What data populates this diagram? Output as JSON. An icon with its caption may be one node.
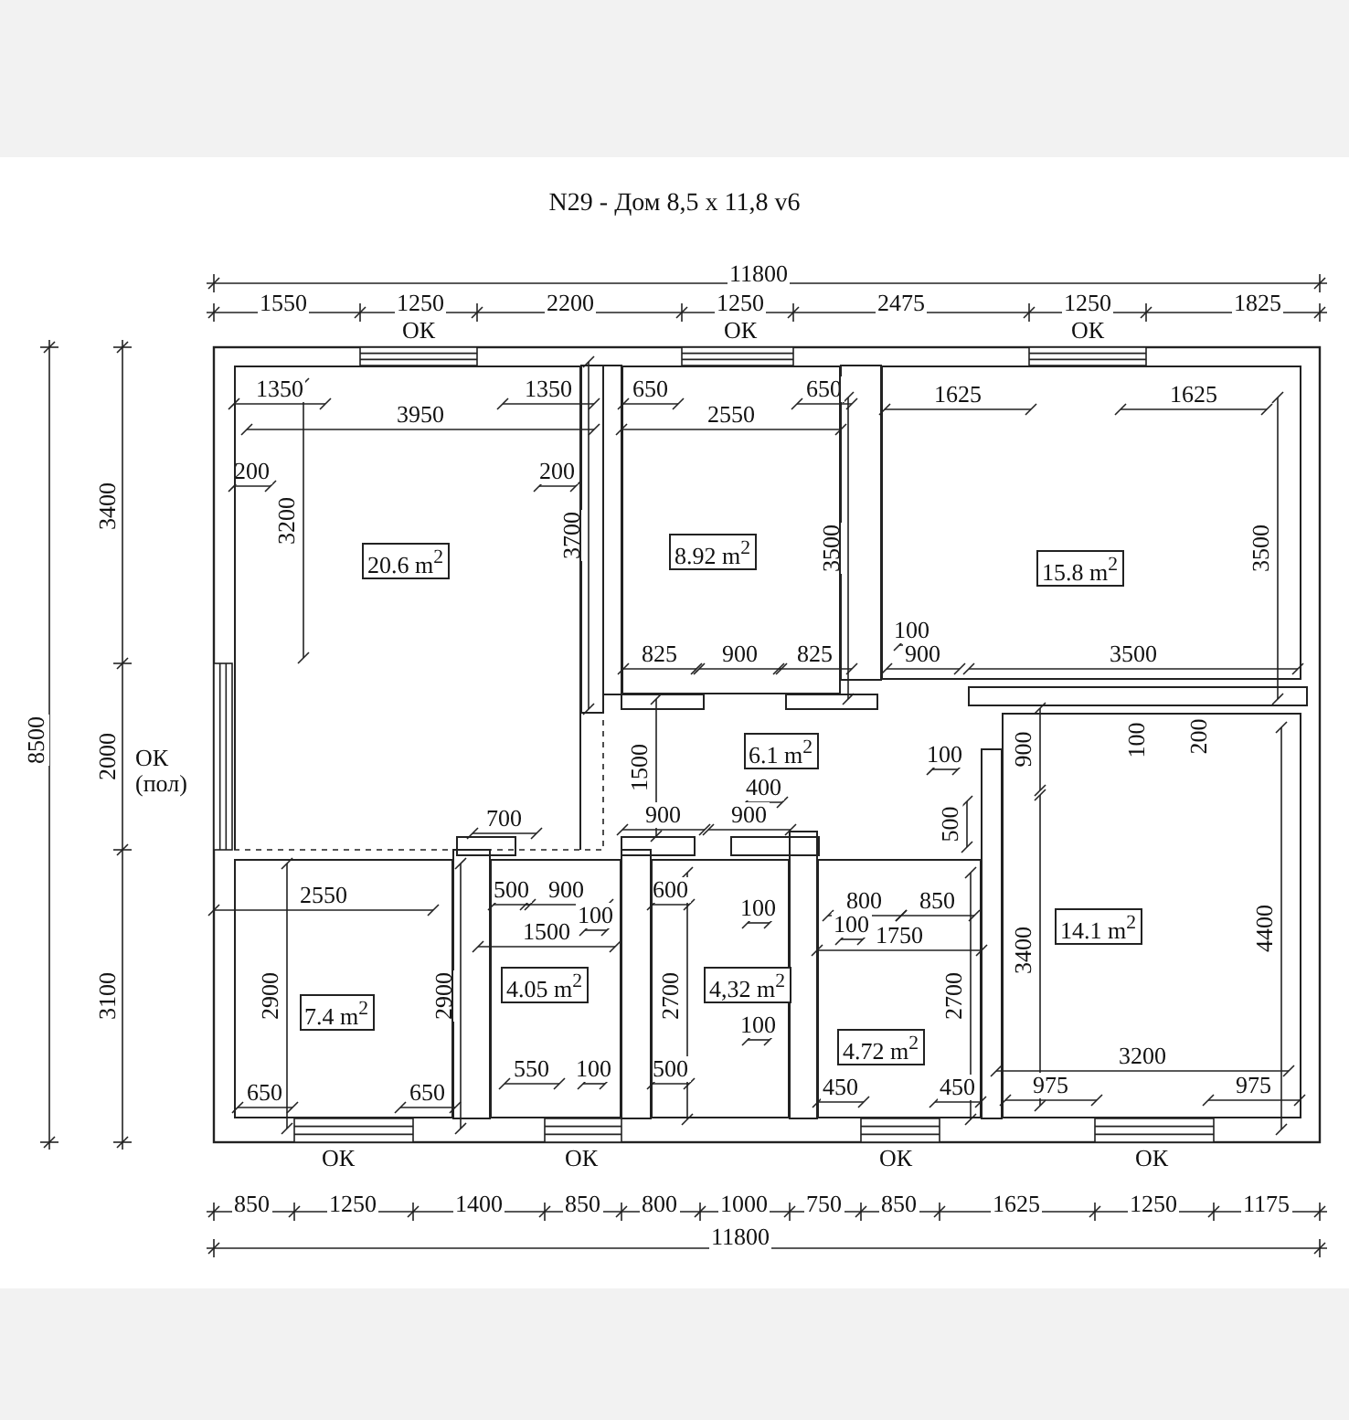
{
  "diagram": {
    "title": "N29 - Дом 8,5 х 11,8 v6",
    "nodes": [
      {
        "text": [
          "20.6 m$^{2}$"
        ]
      },
      {
        "text": [
          "8.92 m$^{2}$"
        ]
      },
      {
        "text": [
          "15.8 m$^{2}$"
        ]
      },
      {
        "text": [
          "6.1 m$^{2}$"
        ]
      },
      {
        "text": [
          "7.4 m$^{2}$"
        ]
      },
      {
        "text": [
          "4.05 m$^{2}$"
        ]
      },
      {
        "text": [
          "4,32 m$^{2}$"
        ]
      },
      {
        "text": [
          "4.72 m$^{2}$"
        ]
      },
      {
        "text": [
          "14.1 m$^{2}$"
        ]
      }
    ],
    "edges": [],
    "labels": [
      "11800",
      "1550",
      "1250",
      "2200",
      "1250",
      "2475",
      "1250",
      "1825",
      "ОК",
      "ОК",
      "ОК",
      "8500",
      "3400",
      "2000",
      "ОК (пол)",
      "3100",
      "1350",
      "1350",
      "650",
      "650",
      "1625",
      "1625",
      "3950",
      "2550",
      "200",
      "200",
      "3200",
      "3700",
      "3500",
      "3500",
      "100",
      "825",
      "900",
      "825",
      "900",
      "3500",
      "900",
      "100",
      "200",
      "100",
      "1500",
      "400",
      "700",
      "900",
      "900",
      "500",
      "2550",
      "500",
      "900",
      "600",
      "800",
      "850",
      "100",
      "100",
      "100",
      "1500",
      "1750",
      "3400",
      "4400",
      "2900",
      "2900",
      "2700",
      "2700",
      "100",
      "3200",
      "550",
      "100",
      "500",
      "650",
      "650",
      "450",
      "450",
      "975",
      "975",
      "ОК",
      "ОК",
      "ОК",
      "ОК",
      "850",
      "1250",
      "1400",
      "850",
      "800",
      "1000",
      "750",
      "850",
      "1625",
      "1250",
      "1175",
      "11800"
    ]
  }
}
